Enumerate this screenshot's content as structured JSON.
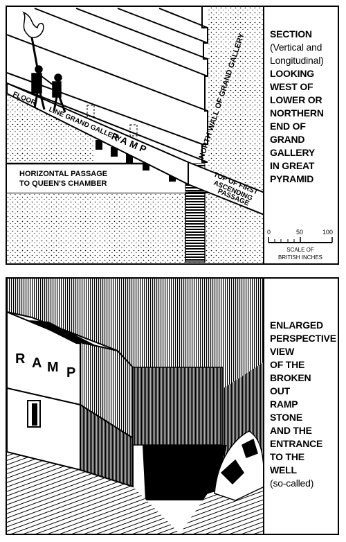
{
  "top_panel": {
    "caption_lines": [
      {
        "text": "SECTION",
        "bold": true
      },
      {
        "text": "(Vertical and",
        "bold": false
      },
      {
        "text": "Longitudinal)",
        "bold": false
      },
      {
        "text": "LOOKING",
        "bold": true
      },
      {
        "text": "WEST OF",
        "bold": true
      },
      {
        "text": "LOWER OR",
        "bold": true
      },
      {
        "text": "NORTHERN",
        "bold": true
      },
      {
        "text": "END OF",
        "bold": true
      },
      {
        "text": "GRAND",
        "bold": true
      },
      {
        "text": "GALLERY",
        "bold": true
      },
      {
        "text": "IN GREAT",
        "bold": true
      },
      {
        "text": "PYRAMID",
        "bold": true
      }
    ],
    "labels": {
      "floor": "FLOOR",
      "line_grand_gallery": "LINE GRAND GALLERY",
      "ramp": "RAMP",
      "north_wall": "NORTH WALL OF GRAND GALLERY",
      "horizontal_passage_1": "HORIZONTAL PASSAGE",
      "horizontal_passage_2": "TO QUEEN'S CHAMBER",
      "top_ascending_1": "TOP OF FIRST",
      "top_ascending_2": "ASCENDING",
      "top_ascending_3": "PASSAGE"
    },
    "scale": {
      "ticks": [
        "0",
        "50",
        "100"
      ],
      "title_1": "SCALE OF",
      "title_2": "BRITISH INCHES"
    }
  },
  "bottom_panel": {
    "caption_lines": [
      {
        "text": "ENLARGED",
        "bold": true
      },
      {
        "text": "PERSPECTIVE",
        "bold": true
      },
      {
        "text": "VIEW",
        "bold": true
      },
      {
        "text": "OF THE",
        "bold": true
      },
      {
        "text": "BROKEN OUT",
        "bold": true
      },
      {
        "text": "RAMP STONE",
        "bold": true
      },
      {
        "text": "AND THE",
        "bold": true
      },
      {
        "text": "ENTRANCE",
        "bold": true
      },
      {
        "text": "TO THE",
        "bold": true
      },
      {
        "text": "WELL",
        "bold": true
      },
      {
        "text": "(so-called)",
        "bold": false
      }
    ],
    "ramp_label_letters": [
      "R",
      "A",
      "M",
      "P"
    ]
  }
}
